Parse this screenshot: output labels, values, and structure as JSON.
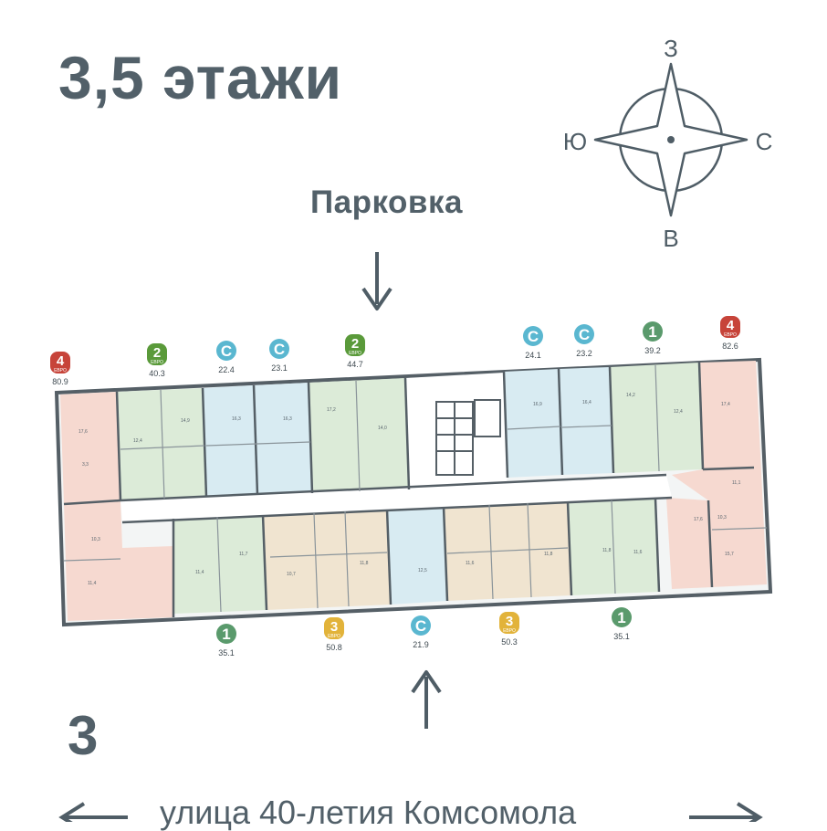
{
  "header": {
    "floors_title": "3,5 этажи",
    "parking_label": "Парковка",
    "section_number": "3",
    "street_name": "улица 40-летия Комсомола"
  },
  "compass": {
    "north": "З",
    "south": "В",
    "west": "Ю",
    "east": "С"
  },
  "colors": {
    "euro4": "#c7443a",
    "euro2": "#5a9a3a",
    "studio": "#5ab7d0",
    "one_room": "#5a9a6c",
    "euro3": "#e2b33a",
    "wall": "#555f66",
    "text": "#526069"
  },
  "apartments": [
    {
      "type": "euro4",
      "badge": "4",
      "sub": "ЕВРО",
      "area": "80.9"
    },
    {
      "type": "euro2",
      "badge": "2",
      "sub": "ЕВРО",
      "area": "40.3"
    },
    {
      "type": "studio",
      "badge": "С",
      "sub": "",
      "area": "22.4"
    },
    {
      "type": "studio",
      "badge": "С",
      "sub": "",
      "area": "23.1"
    },
    {
      "type": "euro2",
      "badge": "2",
      "sub": "ЕВРО",
      "area": "44.7"
    },
    {
      "type": "studio",
      "badge": "С",
      "sub": "",
      "area": "24.1"
    },
    {
      "type": "studio",
      "badge": "С",
      "sub": "",
      "area": "23.2"
    },
    {
      "type": "one_room",
      "badge": "1",
      "sub": "",
      "area": "39.2"
    },
    {
      "type": "euro4",
      "badge": "4",
      "sub": "ЕВРО",
      "area": "82.6"
    },
    {
      "type": "one_room",
      "badge": "1",
      "sub": "",
      "area": "35.1"
    },
    {
      "type": "euro3",
      "badge": "3",
      "sub": "ЕВРО",
      "area": "50.8"
    },
    {
      "type": "studio",
      "badge": "С",
      "sub": "",
      "area": "21.9"
    },
    {
      "type": "euro3",
      "badge": "3",
      "sub": "ЕВРО",
      "area": "50.3"
    },
    {
      "type": "one_room",
      "badge": "1",
      "sub": "",
      "area": "35.1"
    }
  ]
}
